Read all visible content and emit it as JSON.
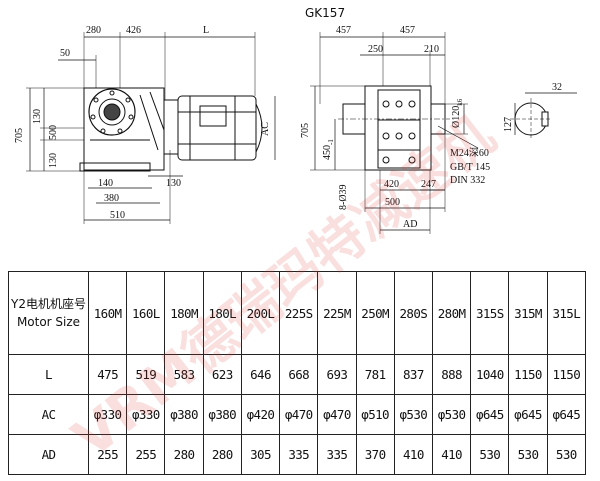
{
  "title": "GK157",
  "front_view": {
    "dims_top": [
      "280",
      "426",
      "L"
    ],
    "dim_50": "50",
    "dims_left": [
      "705",
      "130",
      "500",
      "130"
    ],
    "dims_bottom": [
      "130",
      "140",
      "380",
      "510"
    ],
    "dim_ac": "AC"
  },
  "side_view": {
    "dims_top": [
      "457",
      "457",
      "250",
      "210"
    ],
    "dim_shaft": "Ø120",
    "dim_shaft_tol": "k6",
    "dims_left": [
      "705",
      "450",
      "8-Ø39"
    ],
    "dim_450_tol": "-1",
    "dims_bottom": [
      "420",
      "247",
      "500",
      "AD"
    ],
    "notes": [
      "M24深60",
      "GB/T 145",
      "DIN 332"
    ]
  },
  "shaft_detail": {
    "dims": [
      "32",
      "127"
    ]
  },
  "watermark": "VRM德瑞玛特减速机",
  "table": {
    "header_cn": "Y2电机机座号",
    "header_en": "Motor Size",
    "motor_sizes": [
      "160M",
      "160L",
      "180M",
      "180L",
      "200L",
      "225S",
      "225M",
      "250M",
      "280S",
      "280M",
      "315S",
      "315M",
      "315L"
    ],
    "rows": [
      {
        "label": "L",
        "values": [
          "475",
          "519",
          "583",
          "623",
          "646",
          "668",
          "693",
          "781",
          "837",
          "888",
          "1040",
          "1150",
          "1150"
        ]
      },
      {
        "label": "AC",
        "values": [
          "φ330",
          "φ330",
          "φ380",
          "φ380",
          "φ420",
          "φ470",
          "φ470",
          "φ510",
          "φ530",
          "φ530",
          "φ645",
          "φ645",
          "φ645"
        ]
      },
      {
        "label": "AD",
        "values": [
          "255",
          "255",
          "280",
          "280",
          "305",
          "335",
          "335",
          "370",
          "410",
          "410",
          "530",
          "530",
          "530"
        ]
      }
    ]
  }
}
